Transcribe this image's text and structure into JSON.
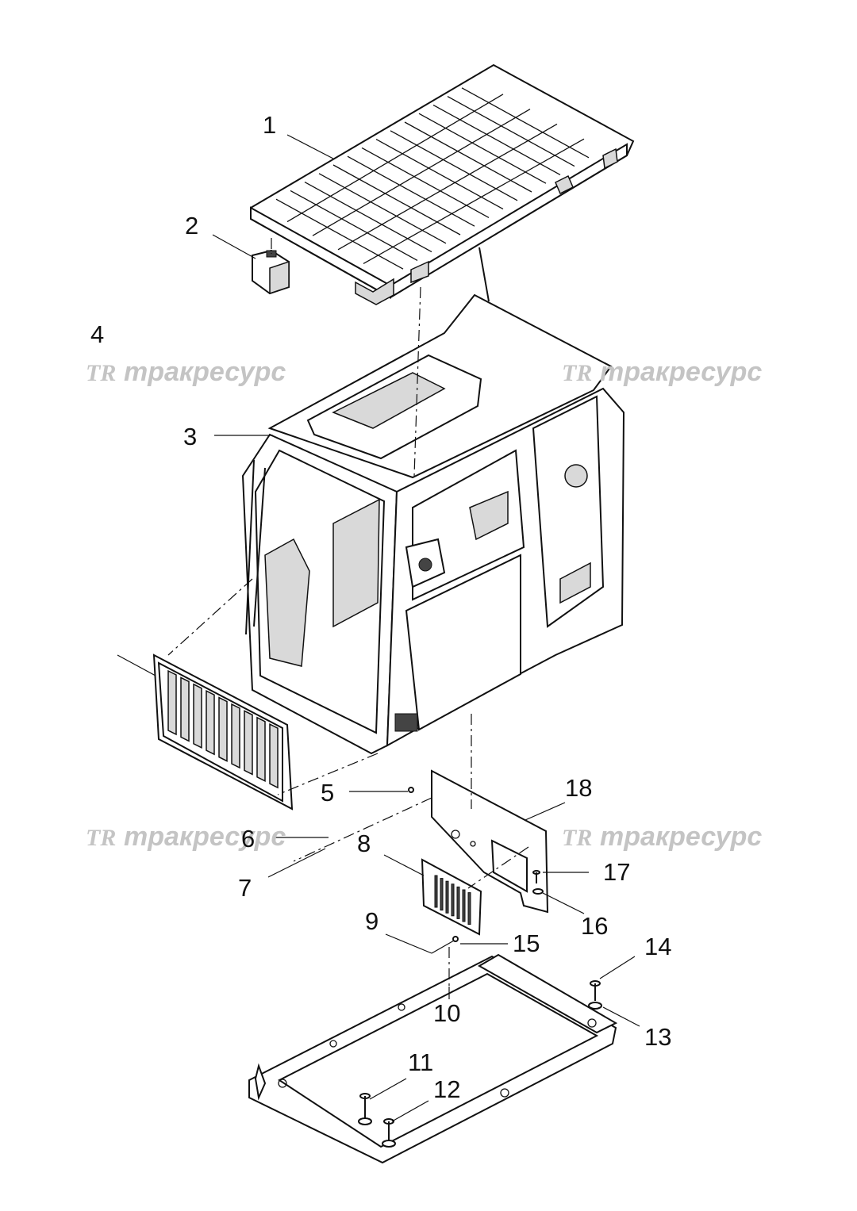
{
  "watermarks": {
    "logo": "TR",
    "text": "тракресурс"
  },
  "callouts": [
    {
      "id": "1",
      "text": "1"
    },
    {
      "id": "2",
      "text": "2"
    },
    {
      "id": "3",
      "text": "3"
    },
    {
      "id": "4",
      "text": "4"
    },
    {
      "id": "5",
      "text": "5"
    },
    {
      "id": "6",
      "text": "6"
    },
    {
      "id": "7",
      "text": "7"
    },
    {
      "id": "8",
      "text": "8"
    },
    {
      "id": "9",
      "text": "9"
    },
    {
      "id": "10",
      "text": "10"
    },
    {
      "id": "11",
      "text": "11"
    },
    {
      "id": "12",
      "text": "12"
    },
    {
      "id": "13",
      "text": "13"
    },
    {
      "id": "14",
      "text": "14"
    },
    {
      "id": "15",
      "text": "15"
    },
    {
      "id": "16",
      "text": "16"
    },
    {
      "id": "17",
      "text": "17"
    },
    {
      "id": "18",
      "text": "18"
    }
  ],
  "colors": {
    "line": "#111111",
    "watermark": "#c4c4c4",
    "background": "#ffffff"
  }
}
